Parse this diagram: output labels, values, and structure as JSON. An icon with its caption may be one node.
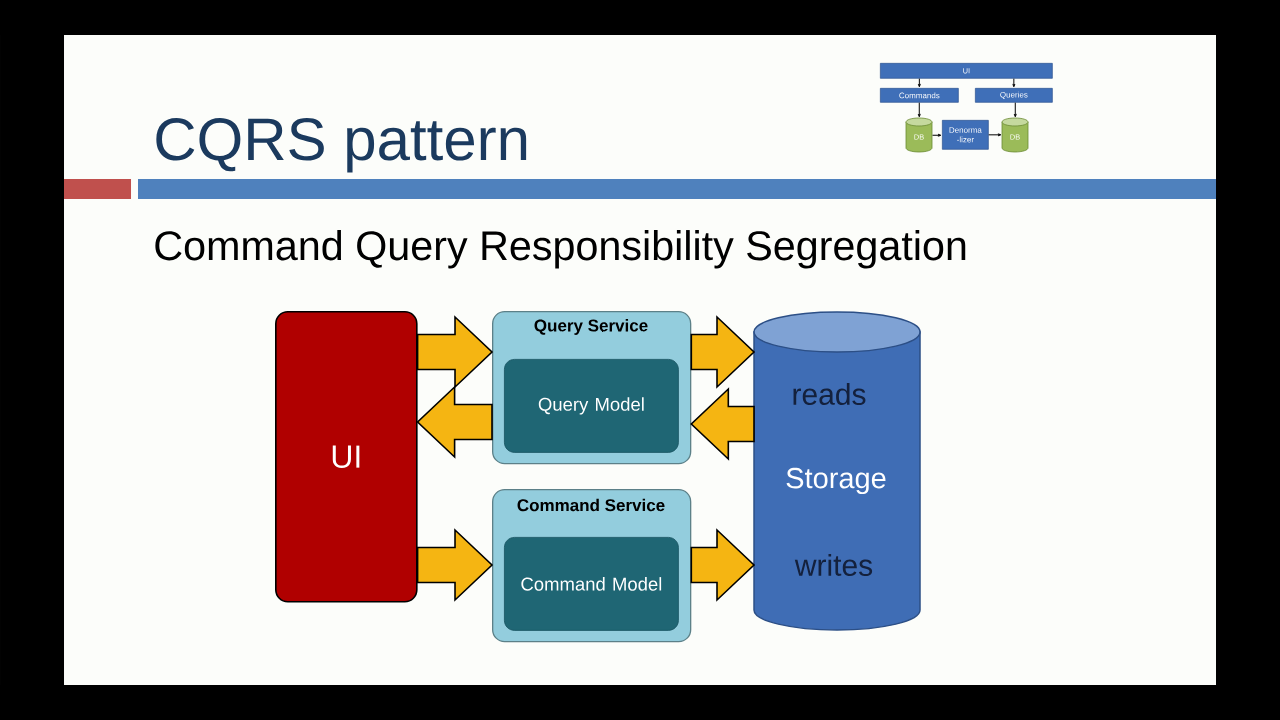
{
  "diagram": {
    "title": "CQRS pattern",
    "nodes": [
      {
        "text": [
          "UI"
        ]
      },
      {
        "text": [
          "Commands"
        ]
      },
      {
        "text": [
          "Queries"
        ]
      },
      {
        "text": [
          "DB"
        ]
      },
      {
        "text": [
          "Denorma -lizer"
        ]
      },
      {
        "text": [
          "DB"
        ]
      },
      {
        "text": [
          "UI"
        ]
      },
      {
        "text": [
          "Query Service"
        ]
      },
      {
        "text": [
          "Query Model"
        ],
        "in": 7
      },
      {
        "text": [
          "Command Service"
        ]
      },
      {
        "text": [
          "Command Model"
        ],
        "in": 9
      },
      {
        "text": [
          "reads",
          "Storage",
          "writes"
        ]
      }
    ],
    "edges": [
      {
        "from": 0,
        "to": 1,
        "arrow": "to"
      },
      {
        "from": 0,
        "to": 2,
        "arrow": "to"
      },
      {
        "from": 1,
        "to": 3,
        "arrow": "to"
      },
      {
        "from": 2,
        "to": 5,
        "arrow": "to"
      },
      {
        "from": 3,
        "to": 4,
        "arrow": "to"
      },
      {
        "from": 4,
        "to": 5,
        "arrow": "to"
      },
      {
        "from": 6,
        "to": 7,
        "arrow": "to",
        "style": "thick",
        "color": "#f5b512"
      },
      {
        "from": 7,
        "to": 6,
        "arrow": "to",
        "style": "thick",
        "color": "#f5b512"
      },
      {
        "from": 7,
        "to": 11,
        "arrow": "to",
        "style": "thick",
        "color": "#f5b512"
      },
      {
        "from": 11,
        "to": 7,
        "arrow": "to",
        "style": "thick",
        "color": "#f5b512"
      },
      {
        "from": 6,
        "to": 9,
        "arrow": "to",
        "style": "thick",
        "color": "#f5b512"
      },
      {
        "from": 9,
        "to": 11,
        "arrow": "to",
        "style": "thick",
        "color": "#f5b512"
      }
    ],
    "labels": [
      "Command Query Responsibility Segregation"
    ]
  }
}
